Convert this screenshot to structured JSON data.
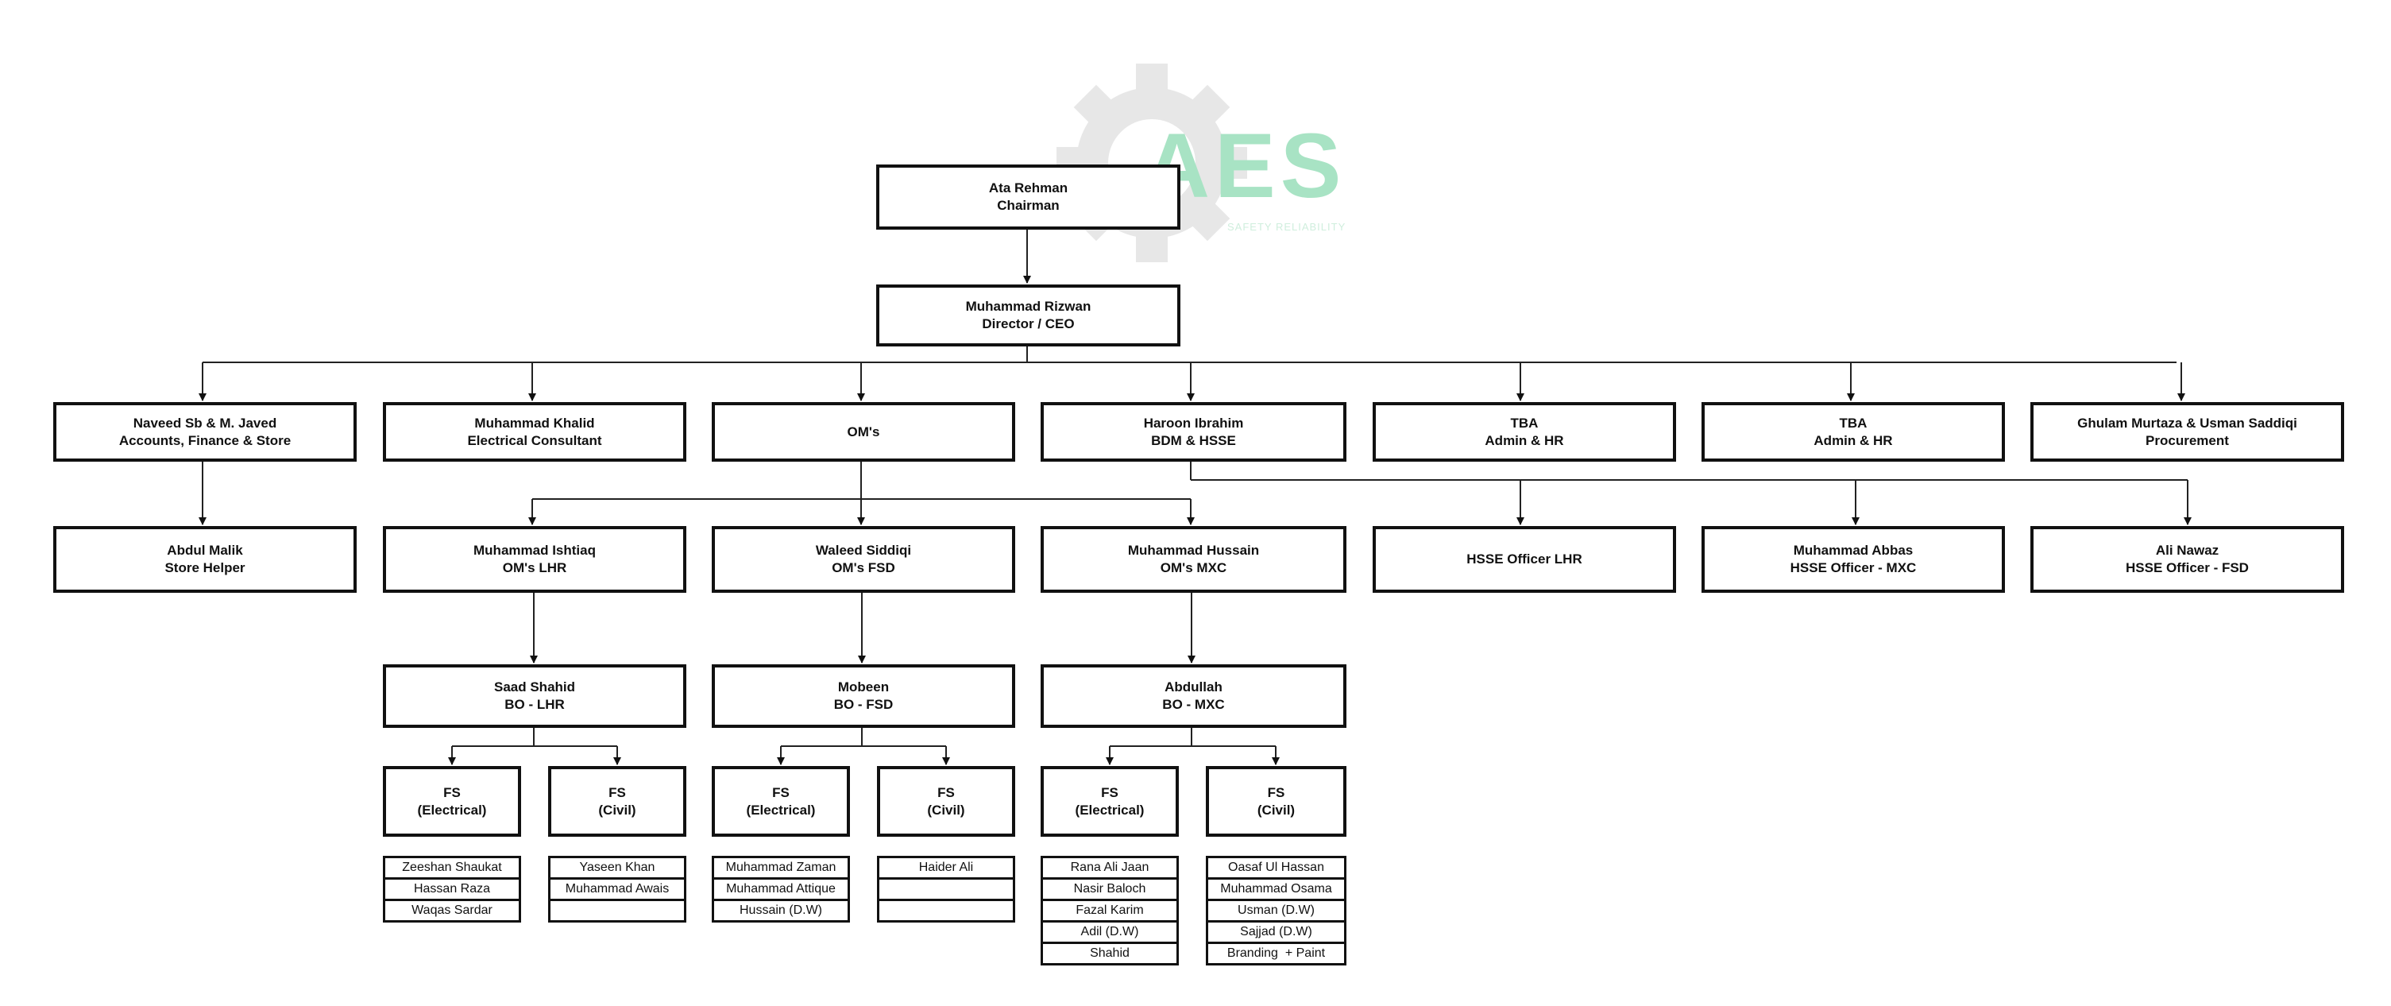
{
  "watermark": {
    "text": "AES",
    "tagline": "SAFETY RELIABILITY",
    "color": "#a8e3c4",
    "gear_color": "#e7e7e7"
  },
  "nodes": {
    "chairman": {
      "name": "Ata Rehman",
      "role": "Chairman"
    },
    "ceo": {
      "name": "Muhammad Rizwan",
      "role": "Director / CEO"
    },
    "accounts": {
      "name": "Naveed Sb & M. Javed",
      "role": "Accounts, Finance & Store"
    },
    "electrical": {
      "name": "Muhammad Khalid",
      "role": "Electrical Consultant"
    },
    "oms": {
      "name": "OM's",
      "role": ""
    },
    "bdm": {
      "name": "Haroon Ibrahim",
      "role": "BDM & HSSE"
    },
    "admin1": {
      "name": "TBA",
      "role": "Admin & HR"
    },
    "admin2": {
      "name": "TBA",
      "role": "Admin & HR"
    },
    "procurement": {
      "name": "Ghulam Murtaza & Usman Saddiqi",
      "role": "Procurement"
    },
    "store_helper": {
      "name": "Abdul Malik",
      "role": "Store Helper"
    },
    "om_lhr": {
      "name": "Muhammad Ishtiaq",
      "role": "OM's LHR"
    },
    "om_fsd": {
      "name": "Waleed Siddiqi",
      "role": "OM's FSD"
    },
    "om_mxc": {
      "name": "Muhammad Hussain",
      "role": "OM's MXC"
    },
    "hsse_lhr": {
      "name": "HSSE Officer LHR",
      "role": ""
    },
    "hsse_mxc": {
      "name": "Muhammad Abbas",
      "role": "HSSE Officer - MXC"
    },
    "hsse_fsd": {
      "name": "Ali Nawaz",
      "role": "HSSE Officer - FSD"
    },
    "bo_lhr": {
      "name": "Saad Shahid",
      "role": "BO - LHR"
    },
    "bo_fsd": {
      "name": "Mobeen",
      "role": "BO - FSD"
    },
    "bo_mxc": {
      "name": "Abdullah",
      "role": "BO - MXC"
    },
    "fs_lhr_e": {
      "name": "FS",
      "role": "(Electrical)"
    },
    "fs_lhr_c": {
      "name": "FS",
      "role": "(Civil)"
    },
    "fs_fsd_e": {
      "name": "FS",
      "role": "(Electrical)"
    },
    "fs_fsd_c": {
      "name": "FS",
      "role": "(Civil)"
    },
    "fs_mxc_e": {
      "name": "FS",
      "role": "(Electrical)"
    },
    "fs_mxc_c": {
      "name": "FS",
      "role": "(Civil)"
    }
  },
  "staff_lists": {
    "fs_lhr_e": [
      "Zeeshan Shaukat",
      "Hassan Raza",
      "Waqas Sardar"
    ],
    "fs_lhr_c": [
      "Yaseen Khan",
      "Muhammad Awais",
      ""
    ],
    "fs_fsd_e": [
      "Muhammad Zaman",
      "Muhammad Attique",
      "Hussain (D.W)"
    ],
    "fs_fsd_c": [
      "Haider Ali",
      "",
      ""
    ],
    "fs_mxc_e": [
      "Rana Ali Jaan",
      "Nasir Baloch",
      "Fazal Karim",
      "Adil (D.W)",
      "Shahid"
    ],
    "fs_mxc_c": [
      "Oasaf Ul Hassan",
      "Muhammad Osama",
      "Usman (D.W)",
      "Sajjad (D.W)",
      "Branding  + Paint"
    ]
  }
}
